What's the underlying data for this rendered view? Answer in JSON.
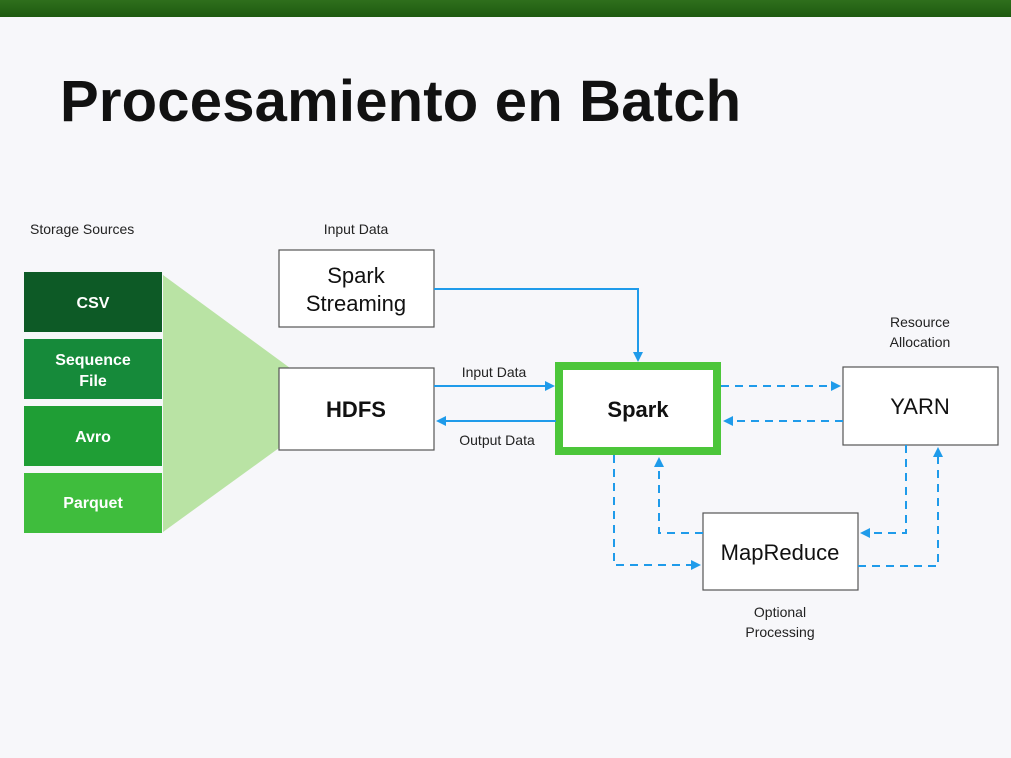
{
  "slide": {
    "title": "Procesamiento en Batch"
  },
  "labels": {
    "storage_sources": "Storage Sources",
    "input_data_top": "Input Data",
    "input_data_arrow": "Input Data",
    "output_data_arrow": "Output Data",
    "resource_allocation_1": "Resource",
    "resource_allocation_2": "Allocation",
    "optional_processing_1": "Optional",
    "optional_processing_2": "Processing"
  },
  "storage": [
    {
      "line1": "CSV",
      "line2": "",
      "color": "#0d5a26"
    },
    {
      "line1": "Sequence",
      "line2": "File",
      "color": "#168a3a"
    },
    {
      "line1": "Avro",
      "line2": "",
      "color": "#1f9e35"
    },
    {
      "line1": "Parquet",
      "line2": "",
      "color": "#3fbd3d"
    }
  ],
  "nodes": {
    "spark_streaming_1": "Spark",
    "spark_streaming_2": "Streaming",
    "hdfs": "HDFS",
    "spark": "Spark",
    "yarn": "YARN",
    "mapreduce": "MapReduce"
  },
  "colors": {
    "accent_green": "#4cc63a",
    "funnel_green": "#b9e3a4",
    "arrow_blue": "#1f9bea",
    "top_bar": "#276a18"
  }
}
